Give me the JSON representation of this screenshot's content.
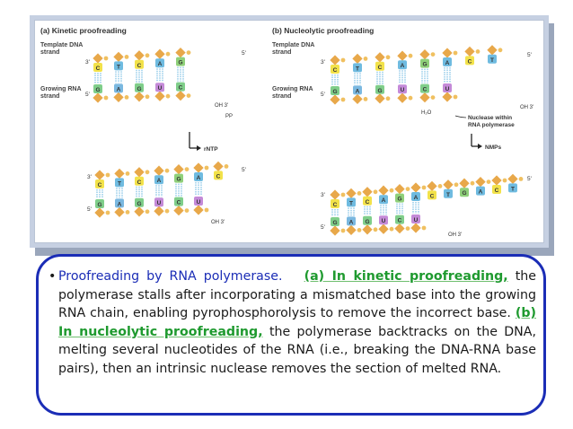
{
  "figure": {
    "panel_a": {
      "title": "(a) Kinetic proofreading",
      "template_label": [
        "Template DNA",
        "strand"
      ],
      "rna_label": [
        "Growing RNA",
        "strand"
      ],
      "end_3_top": "3'",
      "end_5_top": "5'",
      "end_5_bottom": "5'",
      "oh_label": "OH 3'",
      "pp_label": "PP",
      "arrow_label": "rNTP",
      "bottom": {
        "end_3": "3'",
        "end_5_top": "5'",
        "end_5_bottom": "5'",
        "oh_label": "OH 3'"
      },
      "template_bases": [
        "C",
        "T",
        "C",
        "A",
        "G"
      ],
      "rna_bases": [
        "G",
        "A",
        "G",
        "U",
        "C"
      ],
      "bottom_template_bases": [
        "C",
        "T",
        "C",
        "A",
        "G",
        "A",
        "C"
      ],
      "bottom_rna_bases": [
        "G",
        "A",
        "G",
        "U",
        "C",
        "U"
      ]
    },
    "panel_b": {
      "title": "(b) Nucleolytic proofreading",
      "template_label": [
        "Template DNA",
        "strand"
      ],
      "rna_label": [
        "Growing RNA",
        "strand"
      ],
      "end_3_top": "3'",
      "end_5_top": "5'",
      "end_5_bottom": "5'",
      "oh_label": "OH 3'",
      "h2o_label": "H₂O",
      "nuclease_label": [
        "Nuclease within",
        "RNA polymerase"
      ],
      "arrow_label": "NMPs",
      "bottom": {
        "end_3": "3'",
        "end_5_top": "5'",
        "end_5_bottom": "5'",
        "oh_label": "OH 3'"
      },
      "template_bases": [
        "C",
        "T",
        "C",
        "A",
        "G",
        "A",
        "C",
        "T"
      ],
      "rna_bases": [
        "G",
        "A",
        "G",
        "U",
        "C",
        "U"
      ],
      "bottom_template_bases": [
        "C",
        "T",
        "C",
        "A",
        "G",
        "A",
        "C",
        "T",
        "G",
        "A",
        "C",
        "T"
      ],
      "bottom_rna_bases": [
        "G",
        "A",
        "G",
        "U",
        "C",
        "U"
      ]
    },
    "colors": {
      "backbone": "#e8a84a",
      "phosphate": "#f0c060",
      "template_base": "#f2e24a",
      "base_T": "#6fbbe0",
      "base_G": "#8fd07a",
      "rna_base": "#7fce8a",
      "rna_U": "#c48ad8",
      "rna_A": "#7ab8e0",
      "hbond": "#3aa0d8"
    }
  },
  "caption": {
    "bullet": "•",
    "lead": "Proofreading by RNA polymerase.",
    "part_a": "(a) In kinetic proofreading,",
    "text_a": "the polymerase stalls after incorporating a mismatched base into the growing RNA chain, enabling pyrophosphorolysis to remove the incorrect base.",
    "part_b": "(b) In nucleolytic proofreading,",
    "text_b": "the polymerase backtracks on the DNA, melting several nucleotides of the RNA (i.e., breaking the DNA-RNA base pairs), then an intrinsic nuclease removes the section of melted RNA."
  }
}
